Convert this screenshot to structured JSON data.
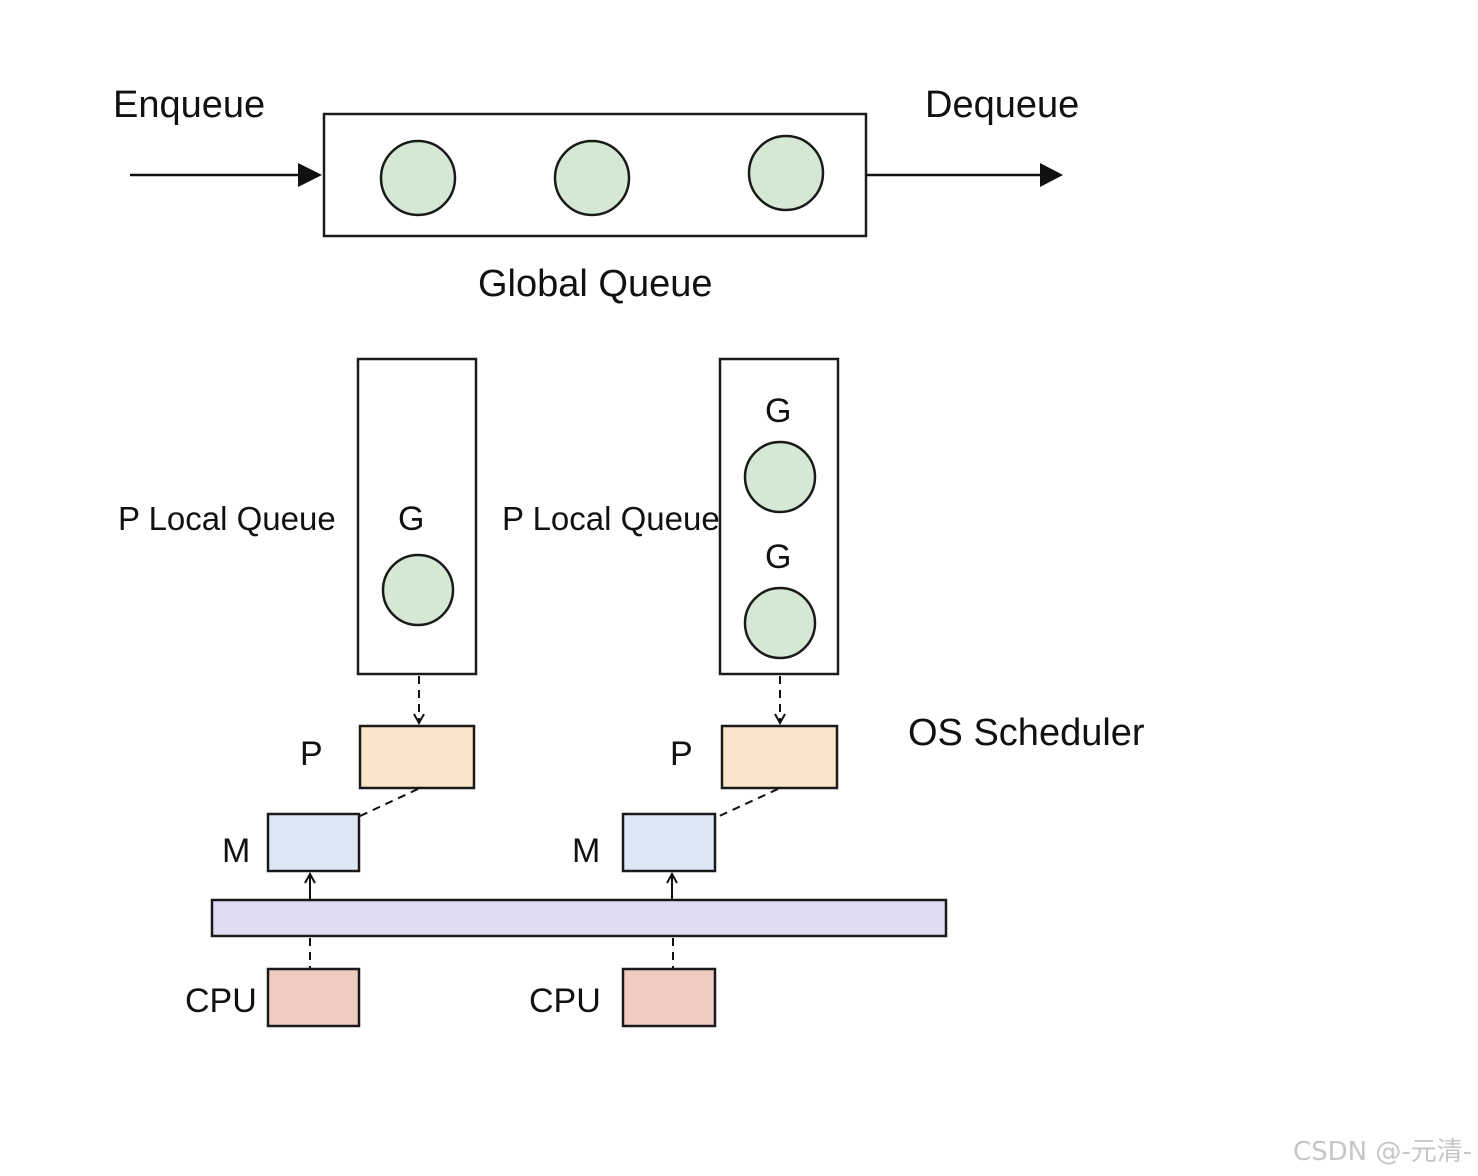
{
  "global_queue": {
    "enqueue_label": "Enqueue",
    "dequeue_label": "Dequeue",
    "title": "Global Queue"
  },
  "local_queues": [
    {
      "label": "P Local Queue",
      "g_labels": [
        "G"
      ]
    },
    {
      "label": "P Local Queue",
      "g_labels": [
        "G",
        "G"
      ]
    }
  ],
  "processors": [
    {
      "p_label": "P",
      "m_label": "M",
      "cpu_label": "CPU"
    },
    {
      "p_label": "P",
      "m_label": "M",
      "cpu_label": "CPU"
    }
  ],
  "os_scheduler": {
    "label": "OS Scheduler"
  },
  "watermark": "CSDN @-元清-",
  "colors": {
    "goroutine_fill": "#d5e8d4",
    "p_fill": "#fae5c8",
    "m_fill": "#dde8f6",
    "scheduler_fill": "#e0dcf2",
    "cpu_fill": "#f0cbc1",
    "stroke": "#1a1a1a"
  }
}
